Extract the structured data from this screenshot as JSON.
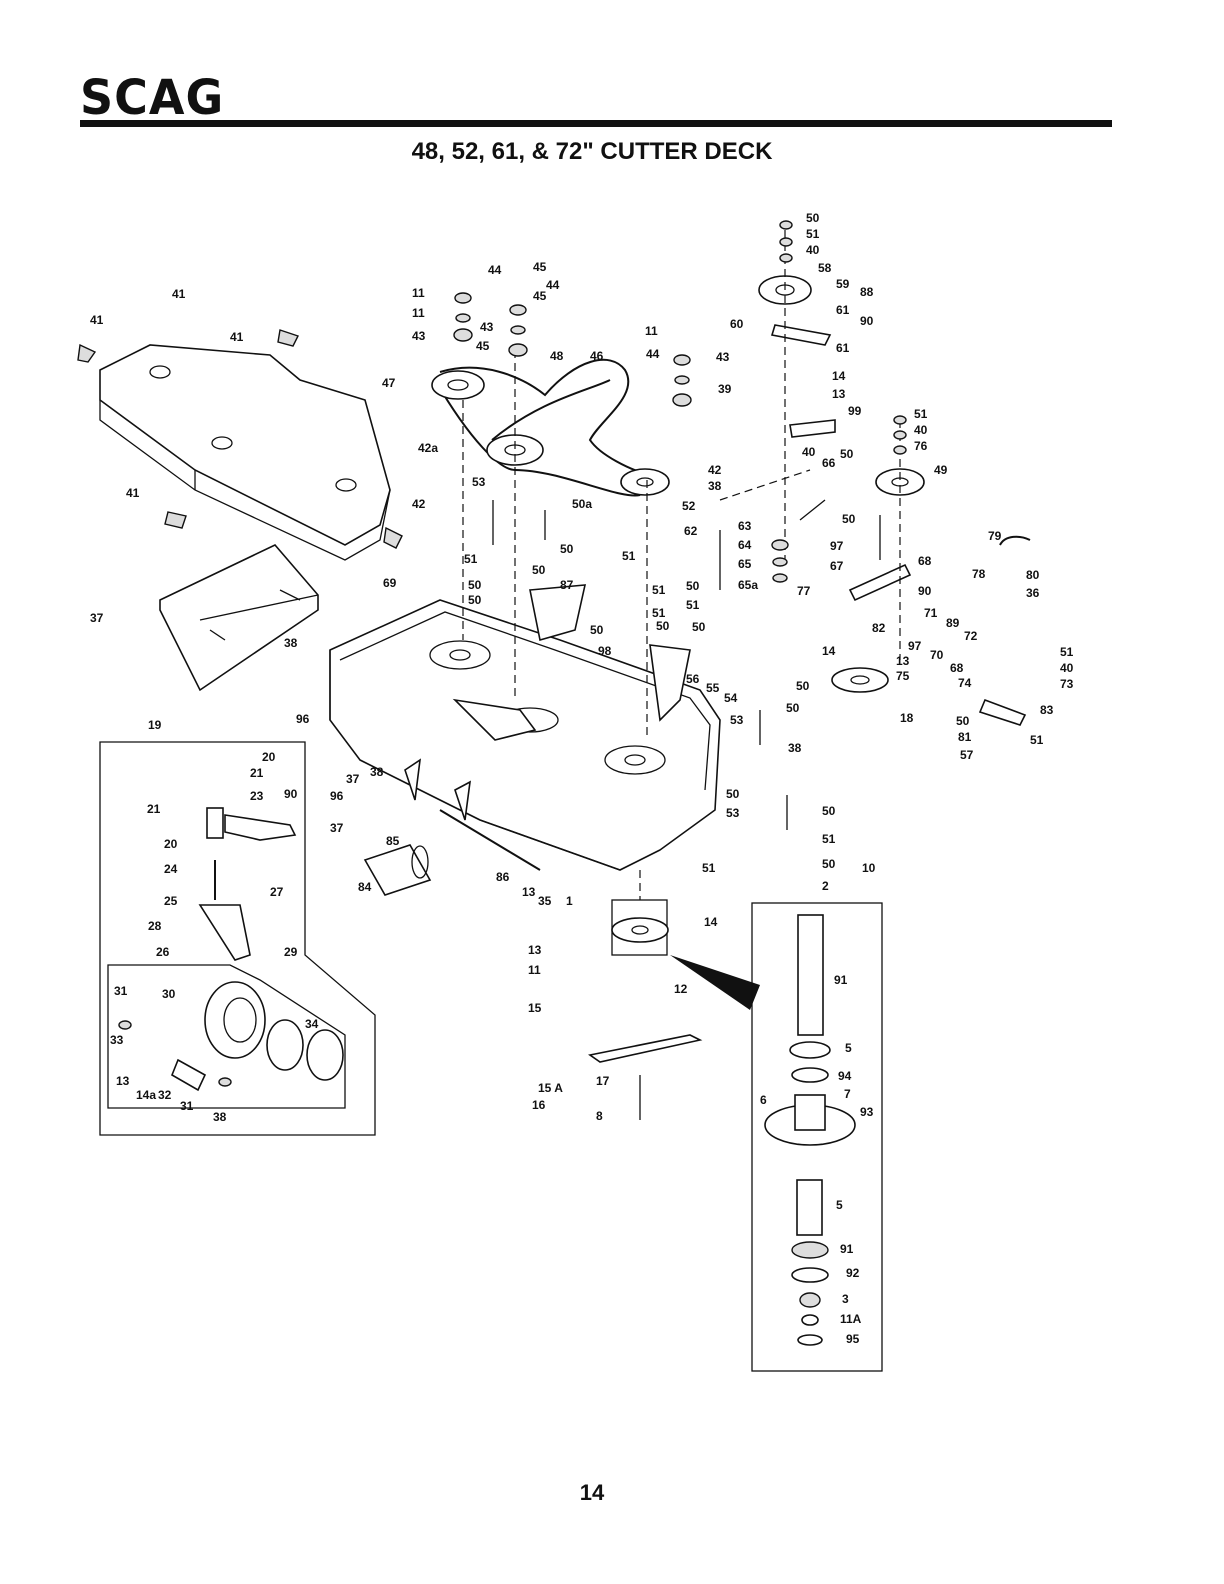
{
  "header": {
    "logo_text": "SCAG",
    "title": "48, 52, 61, & 72\" CUTTER DECK"
  },
  "footer": {
    "page_number": "14"
  },
  "colors": {
    "ink": "#111111",
    "paper": "#ffffff"
  },
  "callouts": [
    "50",
    "51",
    "40",
    "58",
    "59",
    "88",
    "61",
    "90",
    "60",
    "61",
    "14",
    "13",
    "99",
    "44",
    "45",
    "44",
    "45",
    "11",
    "11",
    "43",
    "43",
    "45",
    "11",
    "44",
    "43",
    "39",
    "41",
    "41",
    "41",
    "41",
    "42",
    "47",
    "48",
    "46",
    "42a",
    "42",
    "38",
    "40",
    "66",
    "50",
    "51",
    "40",
    "76",
    "49",
    "53",
    "50a",
    "52",
    "62",
    "63",
    "64",
    "65",
    "65a",
    "50",
    "51",
    "50",
    "50",
    "87",
    "51",
    "50",
    "50",
    "51",
    "50",
    "51",
    "50",
    "50",
    "51",
    "50",
    "98",
    "97",
    "67",
    "68",
    "90",
    "77",
    "79",
    "78",
    "80",
    "36",
    "37",
    "38",
    "69",
    "71",
    "89",
    "72",
    "70",
    "68",
    "74",
    "97",
    "14",
    "13",
    "75",
    "50",
    "82",
    "51",
    "40",
    "73",
    "83",
    "51",
    "50",
    "81",
    "57",
    "56",
    "55",
    "54",
    "53",
    "50",
    "38",
    "18",
    "19",
    "20",
    "21",
    "23",
    "90",
    "21",
    "20",
    "24",
    "25",
    "27",
    "28",
    "26",
    "29",
    "30",
    "31",
    "34",
    "33",
    "13",
    "14a",
    "32",
    "31",
    "38",
    "96",
    "37",
    "38",
    "96",
    "37",
    "85",
    "84",
    "86",
    "13",
    "35",
    "1",
    "51",
    "50",
    "53",
    "50",
    "51",
    "50",
    "2",
    "10",
    "14",
    "13",
    "11",
    "12",
    "15",
    "15 A",
    "16",
    "17",
    "8",
    "91",
    "5",
    "94",
    "6",
    "7",
    "93",
    "5",
    "91",
    "92",
    "3",
    "11A",
    "95"
  ]
}
